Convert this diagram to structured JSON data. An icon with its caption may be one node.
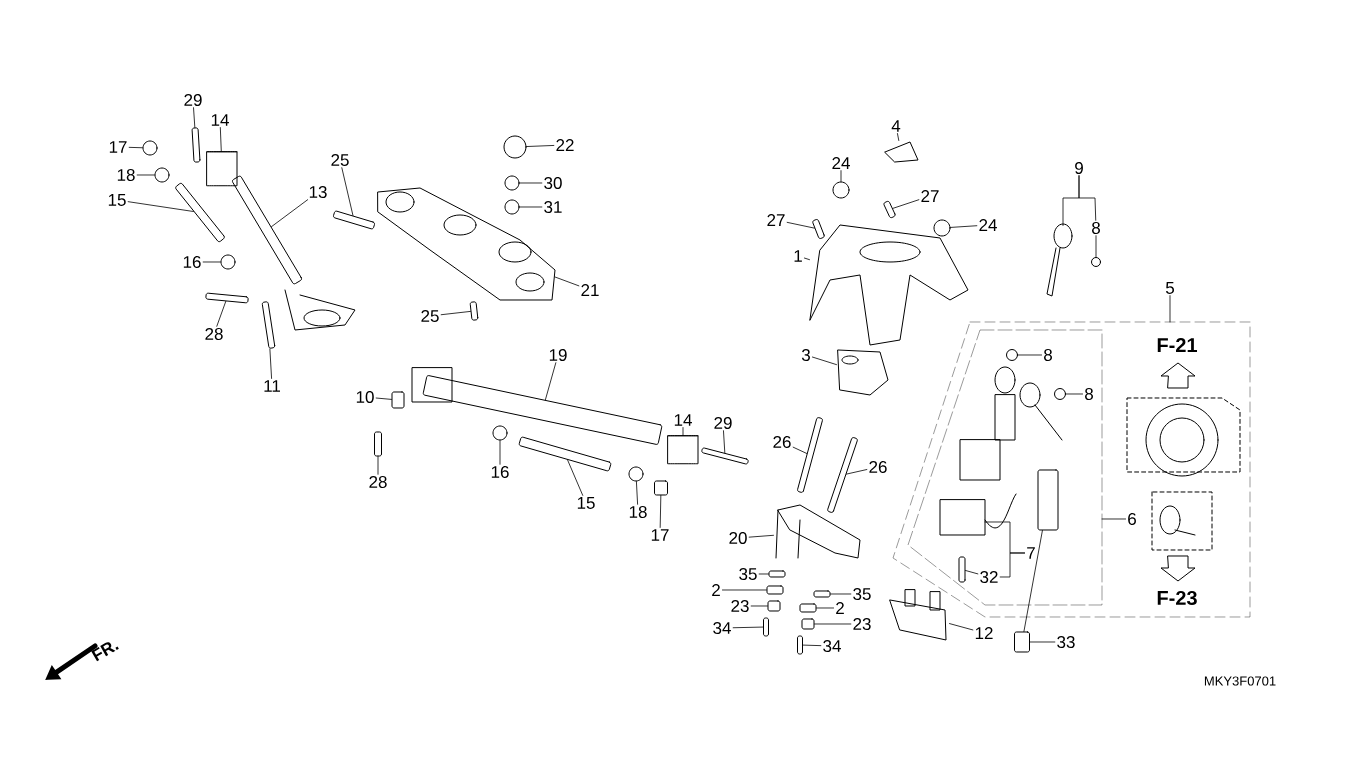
{
  "diagram": {
    "nodes": [
      {
        "text": [
          "29"
        ]
      },
      {
        "text": [
          "14"
        ]
      },
      {
        "text": [
          "17"
        ]
      },
      {
        "text": [
          "18"
        ]
      },
      {
        "text": [
          "13"
        ]
      },
      {
        "text": [
          "15"
        ]
      },
      {
        "text": [
          "16"
        ]
      },
      {
        "text": [
          "28"
        ]
      },
      {
        "text": [
          "11"
        ]
      },
      {
        "text": [
          "25"
        ]
      },
      {
        "text": [
          "22"
        ]
      },
      {
        "text": [
          "30"
        ]
      },
      {
        "text": [
          "31"
        ]
      },
      {
        "text": [
          "21"
        ]
      },
      {
        "text": [
          "25"
        ]
      },
      {
        "text": [
          "19"
        ]
      },
      {
        "text": [
          "10"
        ]
      },
      {
        "text": [
          "28"
        ]
      },
      {
        "text": [
          "16"
        ]
      },
      {
        "text": [
          "15"
        ]
      },
      {
        "text": [
          "18"
        ]
      },
      {
        "text": [
          "17"
        ]
      },
      {
        "text": [
          "14"
        ]
      },
      {
        "text": [
          "29"
        ]
      },
      {
        "text": [
          "26"
        ]
      },
      {
        "text": [
          "26"
        ]
      },
      {
        "text": [
          "3"
        ]
      },
      {
        "text": [
          "1"
        ]
      },
      {
        "text": [
          "24"
        ]
      },
      {
        "text": [
          "4"
        ]
      },
      {
        "text": [
          "27"
        ]
      },
      {
        "text": [
          "27"
        ]
      },
      {
        "text": [
          "24"
        ]
      },
      {
        "text": [
          "9"
        ]
      },
      {
        "text": [
          "8"
        ]
      },
      {
        "text": [
          "5"
        ]
      },
      {
        "text": [
          "8"
        ]
      },
      {
        "text": [
          "8"
        ]
      },
      {
        "text": [
          "6"
        ]
      },
      {
        "text": [
          "20"
        ]
      },
      {
        "text": [
          "7"
        ]
      },
      {
        "text": [
          "32"
        ]
      },
      {
        "text": [
          "35"
        ]
      },
      {
        "text": [
          "2"
        ]
      },
      {
        "text": [
          "23"
        ]
      },
      {
        "text": [
          "34"
        ]
      },
      {
        "text": [
          "35"
        ]
      },
      {
        "text": [
          "2"
        ]
      },
      {
        "text": [
          "23"
        ]
      },
      {
        "text": [
          "34"
        ]
      },
      {
        "text": [
          "12"
        ]
      },
      {
        "text": [
          "33"
        ]
      },
      {
        "text": [],
        "shape": "bar"
      },
      {
        "text": [],
        "shape": "cylinder"
      },
      {
        "text": [],
        "shape": "circle"
      },
      {
        "text": [],
        "shape": "circle"
      },
      {
        "text": [],
        "shape": "bar"
      },
      {
        "text": [],
        "shape": "bar"
      },
      {
        "text": [],
        "shape": "circle"
      },
      {
        "text": [],
        "shape": "bar"
      },
      {
        "text": [],
        "shape": "bar"
      },
      {
        "text": [],
        "shape": "bar"
      },
      {
        "text": [],
        "shape": "circle"
      },
      {
        "text": [],
        "shape": "circle"
      },
      {
        "text": [],
        "shape": "circle"
      },
      {
        "text": [],
        "shape": "picture"
      },
      {
        "text": [],
        "shape": "bar"
      },
      {
        "text": [],
        "shape": "bar"
      },
      {
        "text": [],
        "shape": "box"
      },
      {
        "text": [],
        "shape": "bar"
      },
      {
        "text": [],
        "shape": "circle"
      },
      {
        "text": [],
        "shape": "bar"
      },
      {
        "text": [],
        "shape": "circle"
      },
      {
        "text": [],
        "shape": "box"
      },
      {
        "text": [],
        "shape": "cylinder"
      },
      {
        "text": [],
        "shape": "bar"
      },
      {
        "text": [],
        "shape": "bar"
      },
      {
        "text": [],
        "shape": "bar"
      },
      {
        "text": [],
        "shape": "picture"
      },
      {
        "text": [],
        "shape": "picture"
      },
      {
        "text": [],
        "shape": "circle"
      },
      {
        "text": [],
        "shape": "picture"
      },
      {
        "text": [],
        "shape": "bar"
      },
      {
        "text": [],
        "shape": "bar"
      },
      {
        "text": [],
        "shape": "circle"
      },
      {
        "text": [],
        "shape": "picture"
      },
      {
        "text": [],
        "shape": "circle"
      },
      {
        "text": [],
        "shape": "circle"
      },
      {
        "text": [],
        "shape": "circle"
      },
      {
        "text": [],
        "shape": "picture"
      },
      {
        "text": [],
        "shape": "bar"
      },
      {
        "text": [],
        "shape": "box"
      },
      {
        "text": [],
        "shape": "box"
      },
      {
        "text": [],
        "shape": "box"
      },
      {
        "text": [],
        "shape": "bar"
      },
      {
        "text": [],
        "shape": "box"
      },
      {
        "text": [],
        "shape": "box"
      },
      {
        "text": [],
        "shape": "box"
      },
      {
        "text": [],
        "shape": "bar"
      },
      {
        "text": [],
        "shape": "picture"
      },
      {
        "text": [],
        "shape": "box"
      },
      {
        "text": [],
        "shape": "box"
      }
    ],
    "edges": [
      {
        "from": 0,
        "to": 52,
        "arrow": "none"
      },
      {
        "from": 1,
        "to": 53,
        "arrow": "none"
      },
      {
        "from": 2,
        "to": 54,
        "arrow": "none"
      },
      {
        "from": 3,
        "to": 55,
        "arrow": "none"
      },
      {
        "from": 4,
        "to": 56,
        "arrow": "none"
      },
      {
        "from": 5,
        "to": 57,
        "arrow": "none"
      },
      {
        "from": 6,
        "to": 58,
        "arrow": "none"
      },
      {
        "from": 7,
        "to": 59,
        "arrow": "none"
      },
      {
        "from": 8,
        "to": 60,
        "arrow": "none"
      },
      {
        "from": 9,
        "to": 61,
        "arrow": "none"
      },
      {
        "from": 10,
        "to": 62,
        "arrow": "none"
      },
      {
        "from": 11,
        "to": 63,
        "arrow": "none"
      },
      {
        "from": 12,
        "to": 64,
        "arrow": "none"
      },
      {
        "from": 13,
        "to": 65,
        "arrow": "none"
      },
      {
        "from": 14,
        "to": 66,
        "arrow": "none"
      },
      {
        "from": 15,
        "to": 67,
        "arrow": "none"
      },
      {
        "from": 16,
        "to": 68,
        "arrow": "none"
      },
      {
        "from": 17,
        "to": 69,
        "arrow": "none"
      },
      {
        "from": 18,
        "to": 70,
        "arrow": "none"
      },
      {
        "from": 19,
        "to": 71,
        "arrow": "none"
      },
      {
        "from": 20,
        "to": 72,
        "arrow": "none"
      },
      {
        "from": 21,
        "to": 73,
        "arrow": "none"
      },
      {
        "from": 22,
        "to": 74,
        "arrow": "none"
      },
      {
        "from": 23,
        "to": 75,
        "arrow": "none"
      },
      {
        "from": 24,
        "to": 76,
        "arrow": "none"
      },
      {
        "from": 25,
        "to": 77,
        "arrow": "none"
      },
      {
        "from": 26,
        "to": 78,
        "arrow": "none"
      },
      {
        "from": 27,
        "to": 79,
        "arrow": "none"
      },
      {
        "from": 28,
        "to": 80,
        "arrow": "none"
      },
      {
        "from": 29,
        "to": 81,
        "arrow": "none"
      },
      {
        "from": 30,
        "to": 82,
        "arrow": "none"
      },
      {
        "from": 31,
        "to": 83,
        "arrow": "none"
      },
      {
        "from": 32,
        "to": 84,
        "arrow": "none"
      },
      {
        "from": 33,
        "to": 85,
        "arrow": "none"
      },
      {
        "from": 33,
        "to": 34,
        "arrow": "none"
      },
      {
        "from": 34,
        "to": 86,
        "arrow": "none"
      },
      {
        "from": 35,
        "to": null,
        "arrow": "none"
      },
      {
        "from": 36,
        "to": 87,
        "arrow": "none"
      },
      {
        "from": 37,
        "to": 88,
        "arrow": "none"
      },
      {
        "from": 38,
        "to": null,
        "arrow": "none"
      },
      {
        "from": 39,
        "to": 89,
        "arrow": "none"
      },
      {
        "from": 40,
        "to": null,
        "arrow": "none"
      },
      {
        "from": 40,
        "to": 41,
        "arrow": "none"
      },
      {
        "from": 41,
        "to": 90,
        "arrow": "none"
      },
      {
        "from": 42,
        "to": 91,
        "arrow": "none"
      },
      {
        "from": 43,
        "to": 92,
        "arrow": "none"
      },
      {
        "from": 44,
        "to": 93,
        "arrow": "none"
      },
      {
        "from": 45,
        "to": 94,
        "arrow": "none"
      },
      {
        "from": 46,
        "to": 95,
        "arrow": "none"
      },
      {
        "from": 47,
        "to": 96,
        "arrow": "none"
      },
      {
        "from": 48,
        "to": 97,
        "arrow": "none"
      },
      {
        "from": 49,
        "to": 98,
        "arrow": "none"
      },
      {
        "from": 50,
        "to": 99,
        "arrow": "none"
      },
      {
        "from": 51,
        "to": 100,
        "arrow": "none"
      },
      {
        "from": 100,
        "to": 101,
        "arrow": "none"
      }
    ],
    "labels": [
      "F-21",
      "F-23",
      "FR.",
      "MKY3F0701"
    ]
  }
}
